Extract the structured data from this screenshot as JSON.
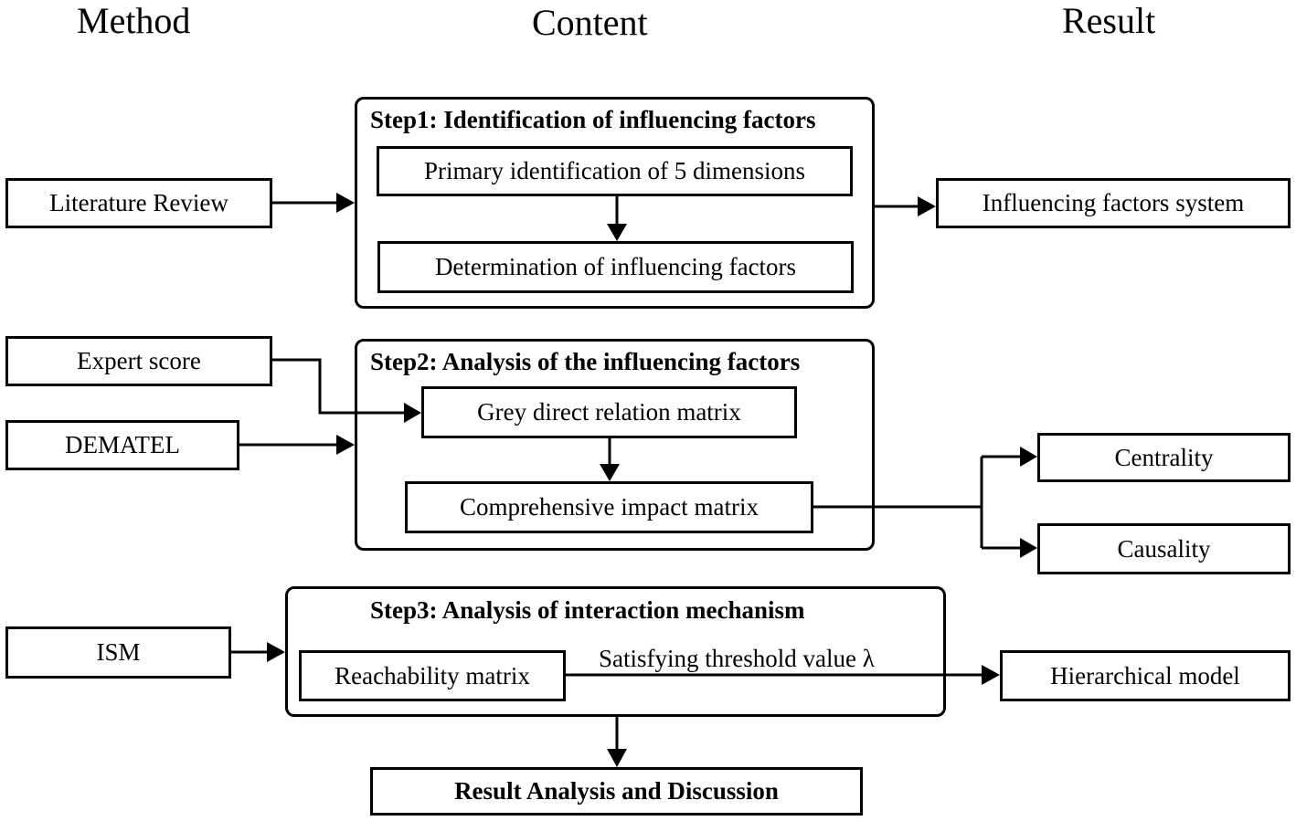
{
  "headers": {
    "method": "Method",
    "content": "Content",
    "result": "Result"
  },
  "step1": {
    "title": "Step1: Identification of influencing factors",
    "box_a": "Primary identification of 5 dimensions",
    "box_b": "Determination of influencing factors"
  },
  "step2": {
    "title": "Step2: Analysis of the influencing factors",
    "box_a": "Grey direct relation matrix",
    "box_b": "Comprehensive impact matrix"
  },
  "step3": {
    "title": "Step3: Analysis of interaction mechanism",
    "box_a": "Reachability matrix",
    "edge_label": "Satisfying threshold value λ"
  },
  "methods": {
    "literature": "Literature Review",
    "expert": "Expert score",
    "dematel": "DEMATEL",
    "ism": "ISM"
  },
  "results": {
    "factors_system": "Influencing factors system",
    "centrality": "Centrality",
    "causality": "Causality",
    "hierarchical": "Hierarchical model"
  },
  "final": "Result Analysis and Discussion"
}
